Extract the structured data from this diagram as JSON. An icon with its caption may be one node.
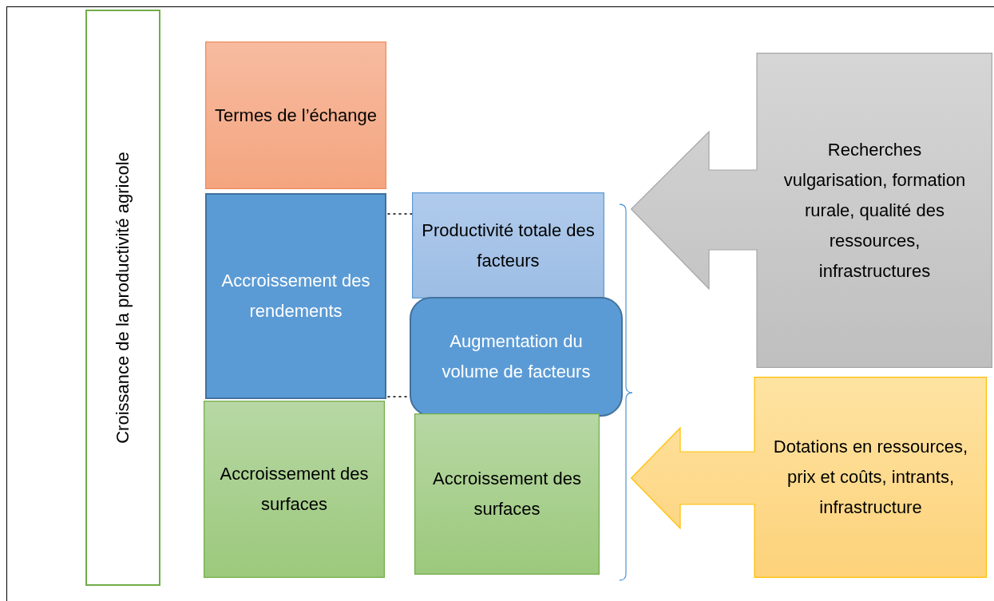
{
  "diagram": {
    "nodes": [
      {
        "text": [
          "Croissance de la productivité agricole"
        ]
      },
      {
        "text": [
          "Termes de l’échange"
        ]
      },
      {
        "text": [
          "Accroissement des rendements"
        ]
      },
      {
        "text": [
          "Accroissement des surfaces"
        ]
      },
      {
        "text": [
          "Productivité totale des facteurs"
        ]
      },
      {
        "text": [
          "Augmentation du volume de facteurs"
        ]
      },
      {
        "text": [
          "Accroissement des surfaces"
        ]
      },
      {
        "text": [
          "Recherches vulgarisation, formation rurale, qualité des ressources, infrastructures"
        ]
      },
      {
        "text": [
          "Dotations en ressources, prix et coûts, intrants, infrastructure"
        ]
      }
    ],
    "edges": [
      {
        "from": 2,
        "to": 4,
        "arrow": "none",
        "style": "dashed"
      },
      {
        "from": 2,
        "to": 5,
        "arrow": "none",
        "style": "dashed"
      }
    ]
  }
}
